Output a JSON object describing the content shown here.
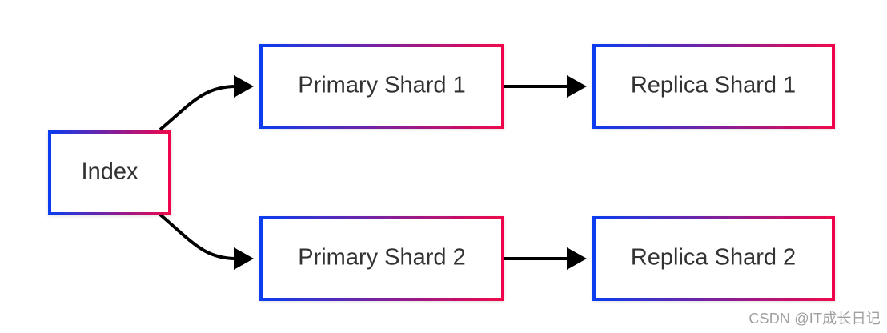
{
  "nodes": {
    "index": "Index",
    "primary_1": "Primary Shard 1",
    "primary_2": "Primary Shard 2",
    "replica_1": "Replica Shard 1",
    "replica_2": "Replica Shard 2"
  },
  "colors": {
    "border_start": "#0a3cf0",
    "border_end": "#f0064b",
    "arrow": "#000000",
    "text": "#333333"
  },
  "watermark": "CSDN @IT成长日记"
}
